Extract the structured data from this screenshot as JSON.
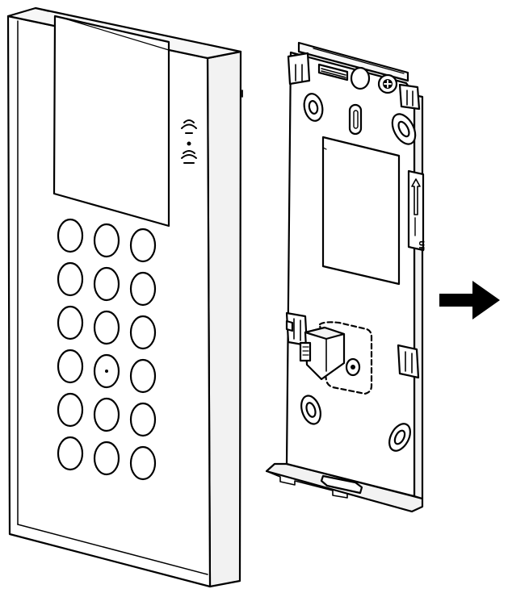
{
  "figure": {
    "line_color": "#000000",
    "fill_color": "#ffffff",
    "shade_color": "#f2f2f2",
    "keypad": {
      "rows": 6,
      "columns": 3,
      "dot_key": [
        3,
        1
      ]
    },
    "bracket_label": "UP",
    "arrow_direction": "right"
  }
}
